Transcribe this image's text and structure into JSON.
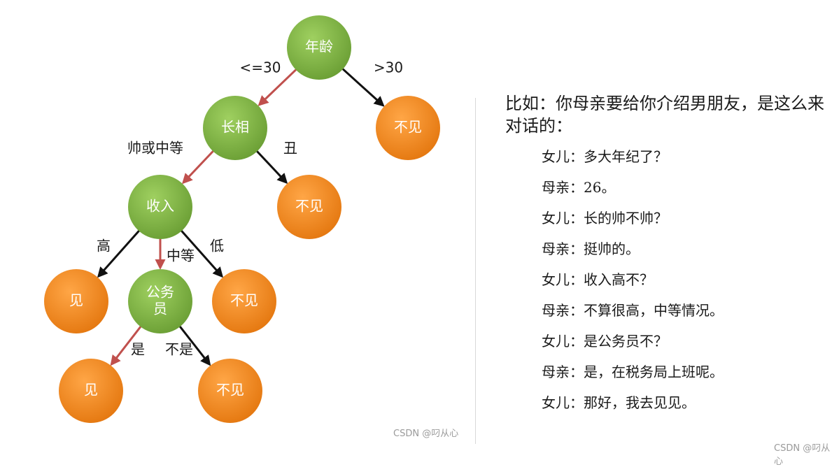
{
  "tree": {
    "nodes": [
      {
        "id": "age",
        "text": [
          "年龄"
        ],
        "kind": "decision"
      },
      {
        "id": "looks",
        "text": [
          "长相"
        ],
        "kind": "decision"
      },
      {
        "id": "no1",
        "text": [
          "不见"
        ],
        "kind": "leaf"
      },
      {
        "id": "income",
        "text": [
          "收入"
        ],
        "kind": "decision"
      },
      {
        "id": "no2",
        "text": [
          "不见"
        ],
        "kind": "leaf"
      },
      {
        "id": "yes1",
        "text": [
          "见"
        ],
        "kind": "leaf"
      },
      {
        "id": "civil",
        "text": [
          "公务",
          "员"
        ],
        "kind": "decision"
      },
      {
        "id": "no3",
        "text": [
          "不见"
        ],
        "kind": "leaf"
      },
      {
        "id": "yes2",
        "text": [
          "见"
        ],
        "kind": "leaf"
      },
      {
        "id": "no4",
        "text": [
          "不见"
        ],
        "kind": "leaf"
      }
    ],
    "edges": [
      {
        "from": "age",
        "to": "looks",
        "label": "<=30",
        "path": "taken"
      },
      {
        "from": "age",
        "to": "no1",
        "label": ">30",
        "path": "other"
      },
      {
        "from": "looks",
        "to": "income",
        "label": "帅或中等",
        "path": "taken"
      },
      {
        "from": "looks",
        "to": "no2",
        "label": "丑",
        "path": "other"
      },
      {
        "from": "income",
        "to": "yes1",
        "label": "高",
        "path": "other"
      },
      {
        "from": "income",
        "to": "civil",
        "label": "中等",
        "path": "taken"
      },
      {
        "from": "income",
        "to": "no3",
        "label": "低",
        "path": "other"
      },
      {
        "from": "civil",
        "to": "yes2",
        "label": "是",
        "path": "taken"
      },
      {
        "from": "civil",
        "to": "no4",
        "label": "不是",
        "path": "other"
      }
    ],
    "colors": {
      "decision": "#80b443",
      "leaf": "#f08a24",
      "taken_edge": "#c0504d",
      "other_edge": "#111111"
    }
  },
  "dialog": {
    "intro": "比如：你母亲要给你介绍男朋友，是这么来对话的：",
    "lines": [
      "女儿：多大年纪了？",
      "母亲：26。",
      "女儿：长的帅不帅？",
      "母亲：挺帅的。",
      "女儿：收入高不？",
      "母亲：不算很高，中等情况。",
      "女儿：是公务员不？",
      "母亲：是，在税务局上班呢。",
      "女儿：那好，我去见见。"
    ]
  },
  "watermarks": [
    "CSDN @叼从心",
    "CSDN @叼从心"
  ]
}
